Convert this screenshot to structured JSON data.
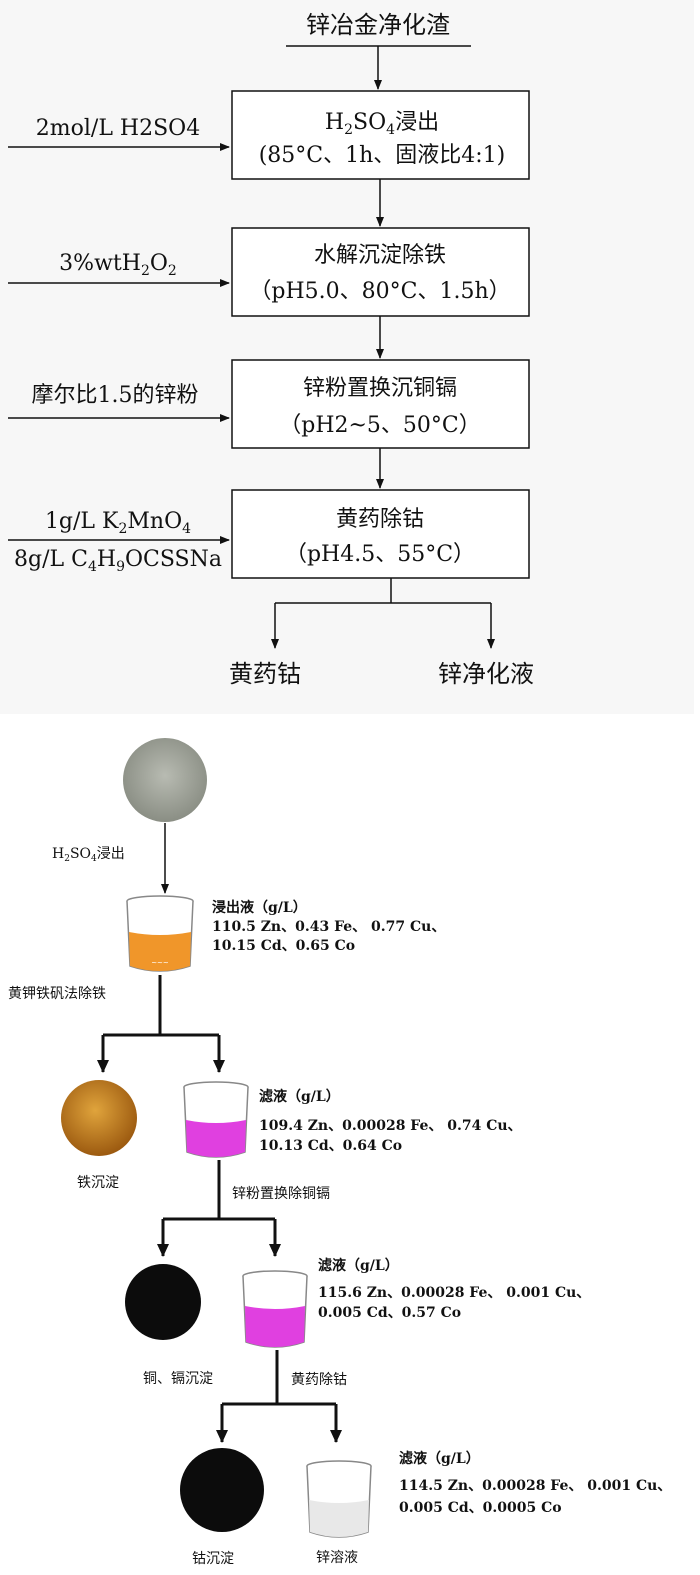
{
  "process_flow": {
    "input": "锌冶金净化渣",
    "steps": [
      {
        "title": "H₂SO₄浸出",
        "title_main": "H",
        "title_sub": "2",
        "title_main2": "SO",
        "title_sub2": "4",
        "title_tail": "浸出",
        "conditions": "(85°C、1h、固液比4:1)"
      },
      {
        "title": "水解沉淀除铁",
        "conditions": "（pH5.0、80°C、1.5h）"
      },
      {
        "title": "锌粉置换沉铜镉",
        "conditions": "（pH2~5、50°C）"
      },
      {
        "title": "黄药除钴",
        "conditions": "（pH4.5、55°C）"
      }
    ],
    "reagents": [
      {
        "text": "2mol/L H2SO4"
      },
      {
        "text": "3%wtH₂O₂",
        "a": "3%wtH",
        "a_sub": "2",
        "b": "O",
        "b_sub": "2"
      },
      {
        "text": "摩尔比1.5的锌粉"
      },
      {
        "text": "1g/L K₂MnO₄",
        "a": "1g/L K",
        "a_sub": "2",
        "b": "MnO",
        "b_sub": "4"
      },
      {
        "text": "8g/L C₄H₉OCSSNa",
        "a": "8g/L C",
        "a_sub": "4",
        "b": "H",
        "b_sub": "9",
        "c": "OCSSNa"
      }
    ],
    "outputs": [
      "黄药钴",
      "锌净化液"
    ]
  },
  "lab_flow": {
    "step1_label": "H₂SO₄浸出",
    "step1_label_parts": {
      "a": "H",
      "a_sub": "2",
      "b": "SO",
      "b_sub": "4",
      "c": "浸出"
    },
    "leachate": {
      "title": "浸出液（g/L）",
      "line1": "110.5 Zn、0.43 Fe、 0.77 Cu、",
      "line2": "10.15 Cd、0.65 Co"
    },
    "step2_label": "黄钾铁矾法除铁",
    "iron_precipitate": "铁沉淀",
    "filtrate1": {
      "title": "滤液（g/L）",
      "line1": "109.4 Zn、0.00028 Fe、 0.74 Cu、",
      "line2": "10.13 Cd、0.64 Co"
    },
    "step3_label": "锌粉置换除铜镉",
    "cu_cd_precipitate": "铜、镉沉淀",
    "filtrate2": {
      "title": "滤液（g/L）",
      "line1": "115.6 Zn、0.00028 Fe、 0.001 Cu、",
      "line2": "0.005 Cd、0.57 Co"
    },
    "step4_label": "黄药除钴",
    "co_precipitate": "钴沉淀",
    "zinc_solution": "锌溶液",
    "filtrate3": {
      "title": "滤液（g/L）",
      "line1": "114.5 Zn、0.00028 Fe、 0.001 Cu、",
      "line2": "0.005 Cd、0.0005 Co"
    },
    "colors": {
      "leachate": "#f0962a",
      "filtrate": "#e040e0",
      "final": "#e8e8e8",
      "iron": "#c8851e",
      "black": "#0c0c0c",
      "slag": "#9fa39a"
    }
  }
}
